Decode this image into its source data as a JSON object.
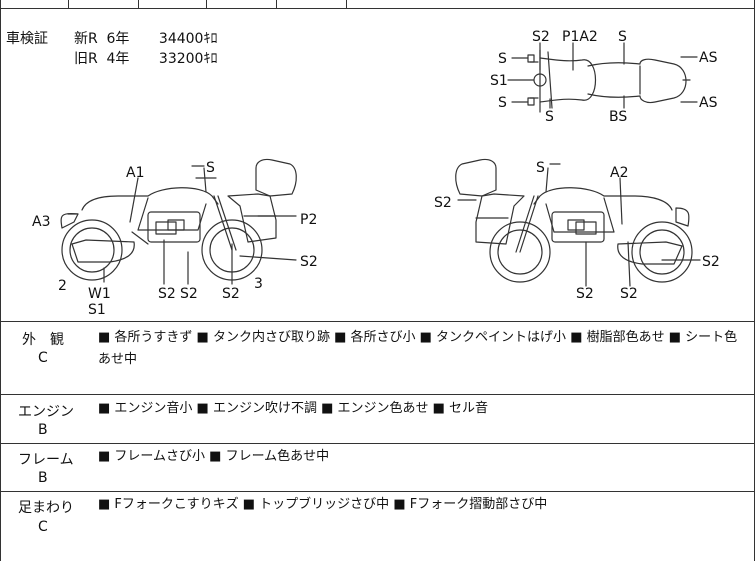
{
  "inspection": {
    "label": "車検証",
    "rows": [
      {
        "era": "新R",
        "year": "6年",
        "km": "34400ｷﾛ"
      },
      {
        "era": "旧R",
        "year": "4年",
        "km": "33200ｷﾛ"
      }
    ]
  },
  "diagram_labels": {
    "top": [
      "S2",
      "P1A2",
      "S",
      "S",
      "S1",
      "S",
      "S",
      "BS",
      "AS",
      "AS"
    ],
    "left_bike": [
      "A1",
      "S",
      "A3",
      "P2",
      "S2",
      "2",
      "W1",
      "S1",
      "S2",
      "S2",
      "S2",
      "3"
    ],
    "right_bike": [
      "S",
      "A2",
      "S2",
      "S2",
      "S2",
      "S2"
    ]
  },
  "sections": [
    {
      "label": "外　観",
      "grade": "C",
      "notes": "■ 各所うすきず ■ タンク内さび取り跡 ■ 各所さび小 ■ タンクペイントはげ小 ■ 樹脂部色あせ ■ シート色あせ中"
    },
    {
      "label": "エンジン",
      "grade": "B",
      "notes": "■ エンジン音小 ■ エンジン吹け不調 ■ エンジン色あせ ■ セル音"
    },
    {
      "label": "フレーム",
      "grade": "B",
      "notes": "■ フレームさび小 ■ フレーム色あせ中"
    },
    {
      "label": "足まわり",
      "grade": "C",
      "notes": "■ Fフォークこすりキズ ■ トップブリッジさび中 ■ Fフォーク摺動部さび中"
    }
  ]
}
